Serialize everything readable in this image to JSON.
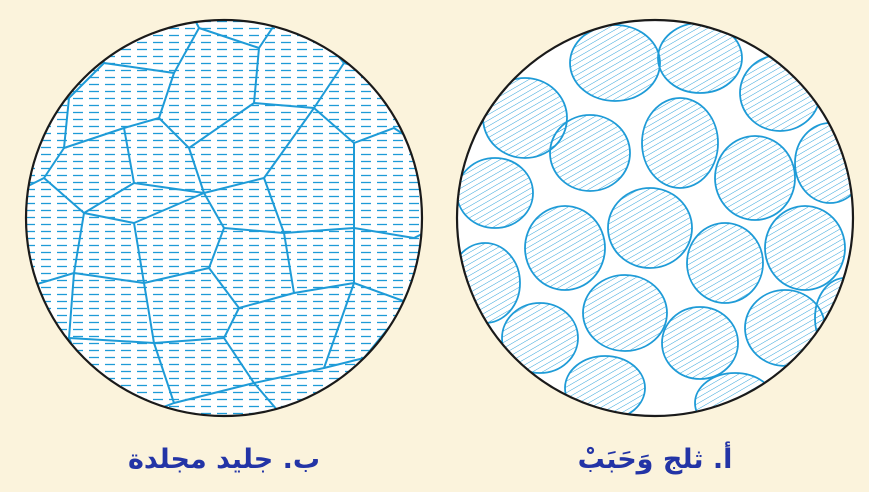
{
  "figure": {
    "panels": [
      {
        "id": "glacier-ice",
        "caption": "ب. جليد مجلدة",
        "pattern": "horizontal-dashes"
      },
      {
        "id": "snow-grains",
        "caption": "أ. ثلج وَحَبَبْ",
        "pattern": "diagonal-hatching"
      }
    ],
    "colors": {
      "background": "#fbf3dc",
      "circle_fill": "#ffffff",
      "circle_outline": "#1a1a1a",
      "grain_lines": "#1e9bd7",
      "caption_text": "#2334a6"
    }
  }
}
